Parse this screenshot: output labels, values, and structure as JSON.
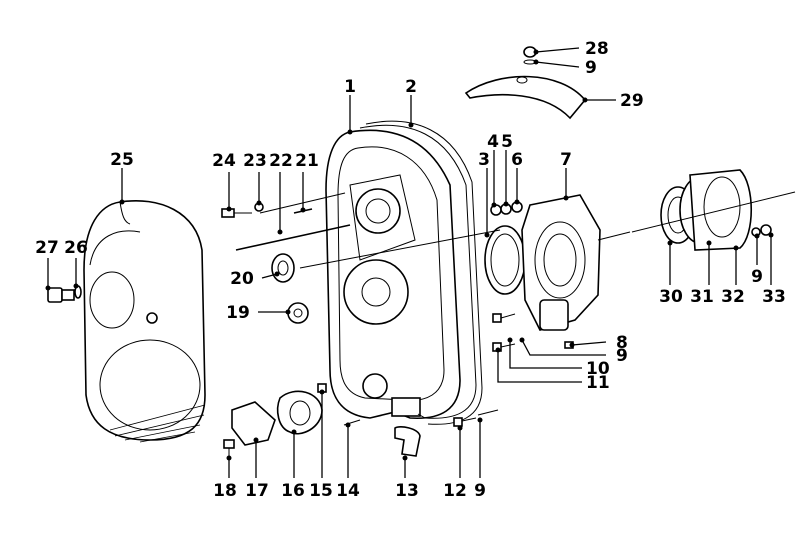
{
  "callouts": [
    {
      "id": "1",
      "text": "1"
    },
    {
      "id": "2",
      "text": "2"
    },
    {
      "id": "3",
      "text": "3"
    },
    {
      "id": "4",
      "text": "4"
    },
    {
      "id": "5",
      "text": "5"
    },
    {
      "id": "6",
      "text": "6"
    },
    {
      "id": "7",
      "text": "7"
    },
    {
      "id": "8",
      "text": "8"
    },
    {
      "id": "9a",
      "text": "9"
    },
    {
      "id": "9b",
      "text": "9"
    },
    {
      "id": "9c",
      "text": "9"
    },
    {
      "id": "9d",
      "text": "9"
    },
    {
      "id": "10",
      "text": "10"
    },
    {
      "id": "11",
      "text": "11"
    },
    {
      "id": "12",
      "text": "12"
    },
    {
      "id": "13",
      "text": "13"
    },
    {
      "id": "14",
      "text": "14"
    },
    {
      "id": "15",
      "text": "15"
    },
    {
      "id": "16",
      "text": "16"
    },
    {
      "id": "17",
      "text": "17"
    },
    {
      "id": "18",
      "text": "18"
    },
    {
      "id": "19",
      "text": "19"
    },
    {
      "id": "20",
      "text": "20"
    },
    {
      "id": "21",
      "text": "21"
    },
    {
      "id": "22",
      "text": "22"
    },
    {
      "id": "23",
      "text": "23"
    },
    {
      "id": "24",
      "text": "24"
    },
    {
      "id": "25",
      "text": "25"
    },
    {
      "id": "26",
      "text": "26"
    },
    {
      "id": "27",
      "text": "27"
    },
    {
      "id": "28",
      "text": "28"
    },
    {
      "id": "29",
      "text": "29"
    },
    {
      "id": "30",
      "text": "30"
    },
    {
      "id": "31",
      "text": "31"
    },
    {
      "id": "32",
      "text": "32"
    },
    {
      "id": "33",
      "text": "33"
    }
  ]
}
